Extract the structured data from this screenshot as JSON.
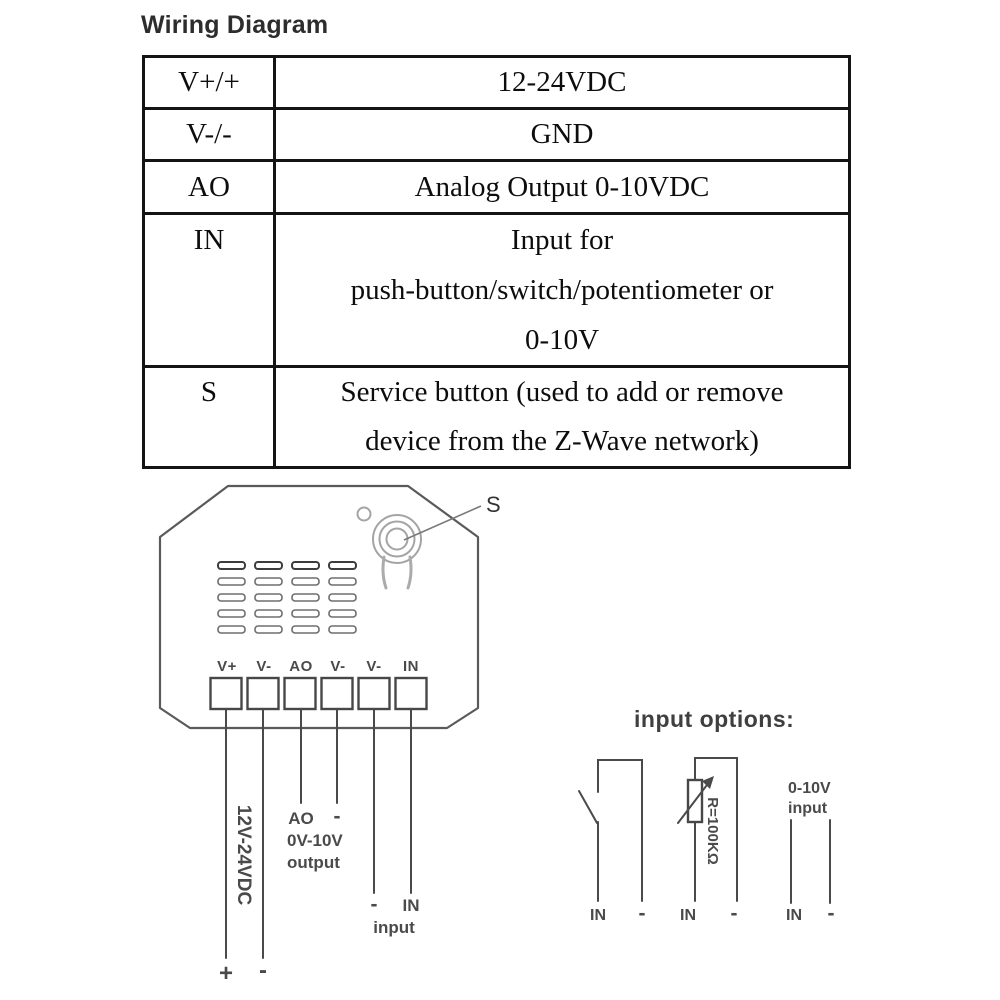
{
  "page": {
    "title": "Wiring Diagram"
  },
  "table": {
    "rows": [
      {
        "terminal": "V+/+",
        "description": "12-24VDC"
      },
      {
        "terminal": "V-/-",
        "description": "GND"
      },
      {
        "terminal": "AO",
        "description": "Analog Output 0-10VDC"
      },
      {
        "terminal": "IN",
        "description": "Input for\npush-button/switch/potentiometer or\n0-10V"
      },
      {
        "terminal": "S",
        "description": "Service button (used to add or remove\ndevice from the Z-Wave network)"
      }
    ]
  },
  "device": {
    "service_button_label": "S",
    "terminal_labels": [
      "V+",
      "V-",
      "AO",
      "V-",
      "V-",
      "IN"
    ],
    "terminal_label_color": "#8fae9b",
    "wiring_labels": {
      "power": "12V-24VDC",
      "power_plus": "+",
      "power_minus": "-",
      "ao": "AO",
      "ao_minus": "-",
      "ao_range": "0V-10V",
      "ao_output": "output",
      "in_minus": "-",
      "in": "IN",
      "in_input": "input"
    }
  },
  "input_options": {
    "title": "input options:",
    "switch_option": {
      "in": "IN",
      "minus": "-"
    },
    "potentiometer_option": {
      "resistor": "R=100KΩ",
      "in": "IN",
      "minus": "-"
    },
    "voltage_option": {
      "line1": "0-10V",
      "line2": "input",
      "in": "IN",
      "minus": "-"
    }
  }
}
